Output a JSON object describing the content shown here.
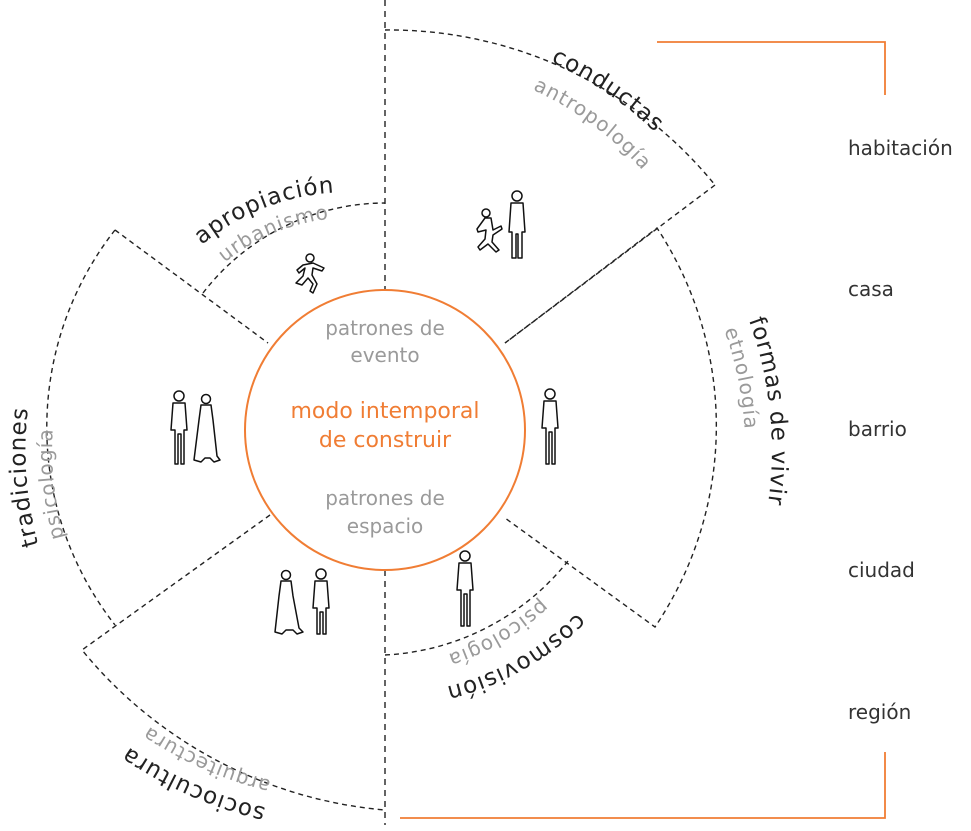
{
  "accent_color": "#f07d34",
  "line_color": "#222222",
  "secondary_text_color": "#9a9a9a",
  "center": {
    "top_line1": "patrones de",
    "top_line2": "evento",
    "main_line1": "modo intemporal",
    "main_line2": "de construir",
    "bottom_line1": "patrones de",
    "bottom_line2": "espacio"
  },
  "segments": [
    {
      "key": "conductas",
      "label": "conductas",
      "sublabel": "antropología",
      "icon": "adult-with-child-figure-icon"
    },
    {
      "key": "formas",
      "label": "formas de vivir",
      "sublabel": "etnología",
      "icon": "standing-person-icon"
    },
    {
      "key": "cosmovision",
      "label": "cosmovisión",
      "sublabel": "psicología",
      "icon": "standing-person-icon"
    },
    {
      "key": "sociocultura",
      "label": "sociocultura",
      "sublabel": "arquitectura",
      "icon": "couple-figures-icon"
    },
    {
      "key": "tradiciones",
      "label": "tradiciones",
      "sublabel": "psicología",
      "icon": "couple-figures-icon"
    },
    {
      "key": "apropiacion",
      "label": "apropiación",
      "sublabel": "urbanismo",
      "icon": "running-person-icon"
    }
  ],
  "scale": {
    "levels": [
      "habitación",
      "casa",
      "barrio",
      "ciudad",
      "región"
    ]
  }
}
